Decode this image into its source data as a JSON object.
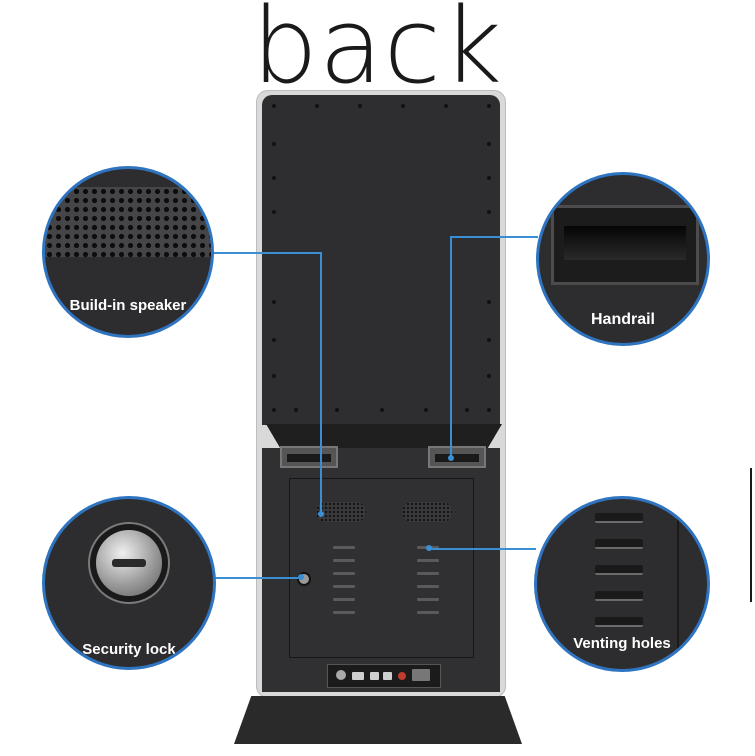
{
  "title": "back",
  "callouts": {
    "speaker": {
      "label": "Build-in speaker",
      "icon": "speaker-grille-icon"
    },
    "handrail": {
      "label": "Handrail",
      "icon": "handrail-icon"
    },
    "lock": {
      "label": "Security lock",
      "icon": "lock-icon"
    },
    "vent": {
      "label": "Venting holes",
      "icon": "vent-icon"
    }
  },
  "colors": {
    "accent": "#2f74c0",
    "line": "#3a8ed4",
    "kiosk_body": "#2e2e30",
    "frame": "#d9d9d9"
  }
}
